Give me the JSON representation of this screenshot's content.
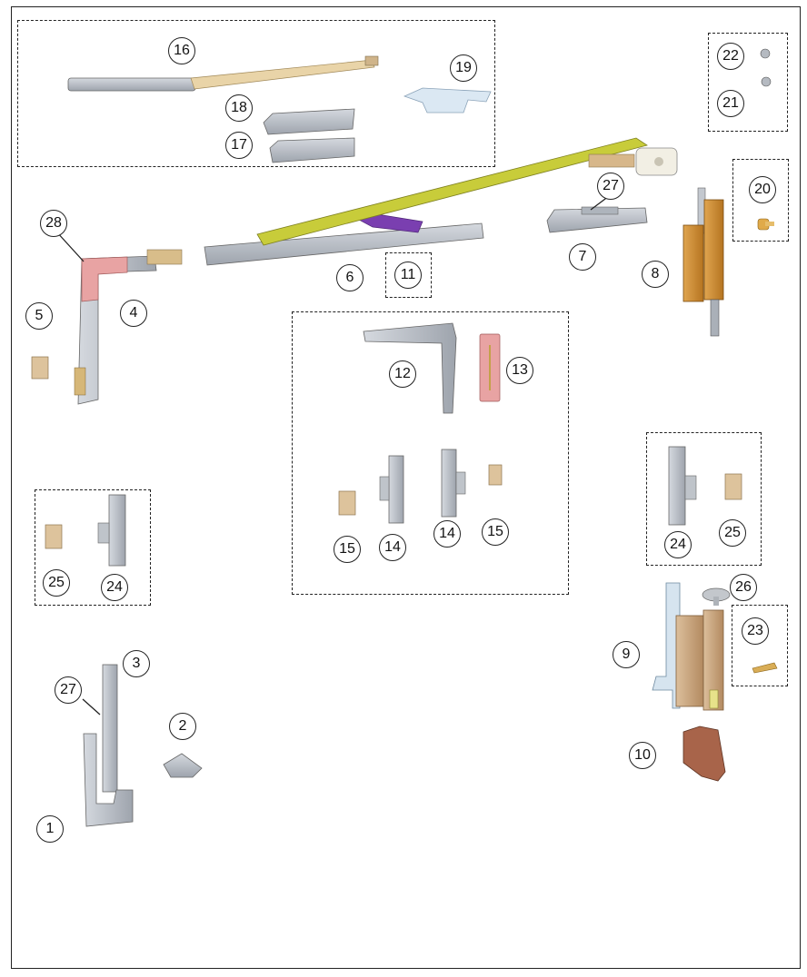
{
  "callouts": {
    "n1": "1",
    "n2": "2",
    "n3": "3",
    "n4": "4",
    "n5": "5",
    "n6": "6",
    "n7": "7",
    "n8": "8",
    "n9": "9",
    "n10": "10",
    "n11": "11",
    "n12": "12",
    "n13": "13",
    "n14a": "14",
    "n14b": "14",
    "n15a": "15",
    "n15b": "15",
    "n16": "16",
    "n17": "17",
    "n18": "18",
    "n19": "19",
    "n20": "20",
    "n21": "21",
    "n22": "22",
    "n23": "23",
    "n24a": "24",
    "n24b": "24",
    "n25a": "25",
    "n25b": "25",
    "n26": "26",
    "n27a": "27",
    "n27b": "27",
    "n28": "28"
  },
  "colors": {
    "metal": "#b9bec6",
    "metal_dark": "#8d939c",
    "arm": "#c8cc3a",
    "link_purple": "#7a3fb0",
    "brass": "#d9b87a",
    "hinge_orange": "#c88a2e",
    "hinge_tan": "#c9a27a",
    "hinge_brown": "#a8644a",
    "pink": "#e8a3a3",
    "bracket_blue": "#d7e6f2"
  }
}
